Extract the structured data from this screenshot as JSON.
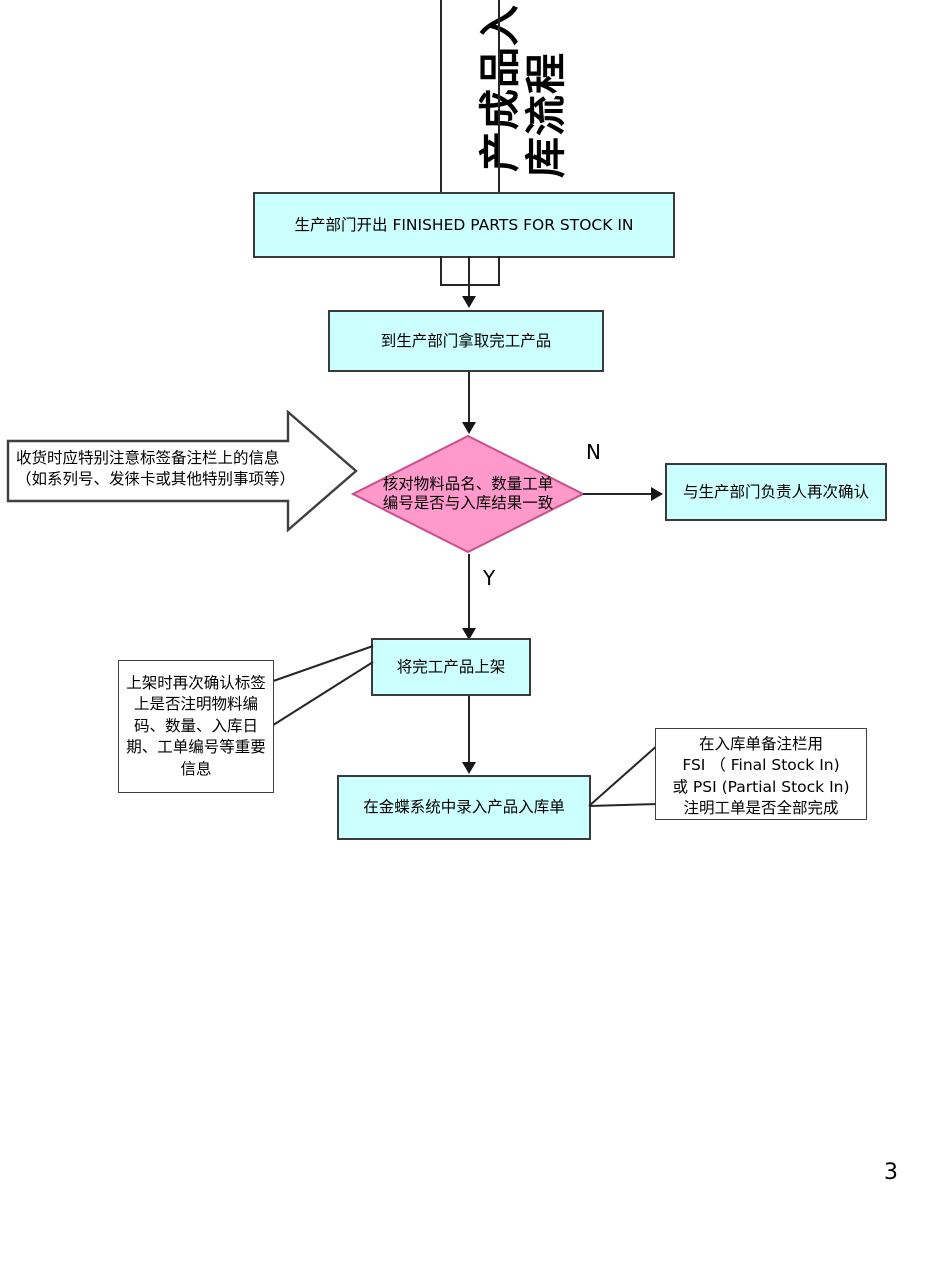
{
  "document": {
    "title_line_1": "产成品入",
    "title_line_2": "库流程",
    "page_number": "3"
  },
  "flow": {
    "step_1": "生产部门开出 FINISHED PARTS FOR STOCK IN",
    "step_2": "到生产部门拿取完工产品",
    "decision": "核对物料品名、数量工单编号是否与入库结果一致",
    "branch_no_label": "N",
    "branch_yes_label": "Y",
    "step_no_path": "与生产部门负责人再次确认",
    "step_3": "将完工产品上架",
    "step_4": "在金蝶系统中录入产品入库单"
  },
  "notes": {
    "receiving_note_line_1": "收货时应特别注意标签备注栏上的信息",
    "receiving_note_line_2": "（如系列号、发徕卡或其他特别事项等）",
    "shelving_note": "上架时再次确认标签上是否注明物料编码、数量、入库日期、工单编号等重要信息",
    "remark_note_line_1": "在入库单备注栏用",
    "remark_note_line_2": "FSI （ Final Stock In)",
    "remark_note_line_3": "或 PSI (Partial Stock In)",
    "remark_note_line_4": "注明工单是否全部完成"
  },
  "colors": {
    "process_fill": "#ccffff",
    "decision_fill": "#ff99cc",
    "line": "#262626",
    "note_fill": "#ffffff",
    "border": "#3a3a3a"
  }
}
